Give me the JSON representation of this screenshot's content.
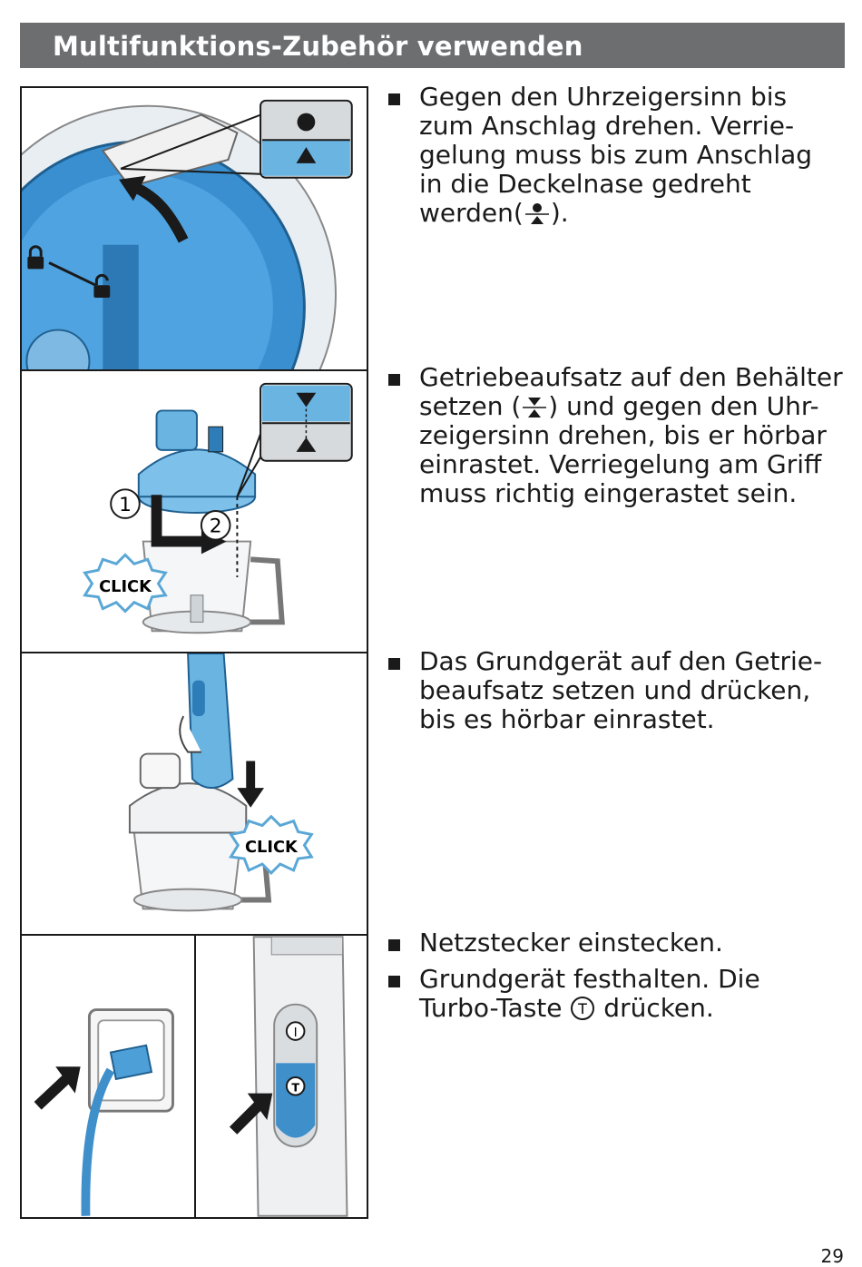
{
  "header": {
    "title": "Multifunktions-Zubehör verwenden"
  },
  "steps": [
    {
      "lines": [
        "Gegen den Uhrzeigersinn bis",
        "zum Anschlag drehen. Verrie-",
        "gelung muss bis zum Anschlag",
        "in die Deckelnase gedreht"
      ],
      "last_pre": "werden(",
      "last_post": ")."
    },
    {
      "first_pre": "Getriebeaufsatz auf den Behälter",
      "second_pre": "setzen (",
      "second_post": ") und gegen den Uhr-",
      "lines": [
        "zeigersinn drehen, bis er hörbar",
        "einrastet. Verriegelung am Griff",
        "muss richtig eingerastet sein."
      ]
    },
    {
      "lines": [
        "Das Grundgerät auf den Getrie-",
        "beaufsatz setzen und drücken,",
        "bis es hörbar einrastet."
      ]
    },
    {
      "lines": [
        "Netzstecker einstecken."
      ]
    },
    {
      "lines": [
        "Grundgerät festhalten. Die"
      ],
      "last_pre": "Turbo-Taste ",
      "last_post": " drücken."
    }
  ],
  "figures": {
    "click_label": "CLICK",
    "step_one": "1",
    "step_two": "2",
    "turbo_letter": "T",
    "on_letter": "I"
  },
  "colors": {
    "accent_blue": "#5aa7d6",
    "dark_blue": "#2f7db8",
    "header_gray": "#6d6e70"
  },
  "page_number": "29"
}
